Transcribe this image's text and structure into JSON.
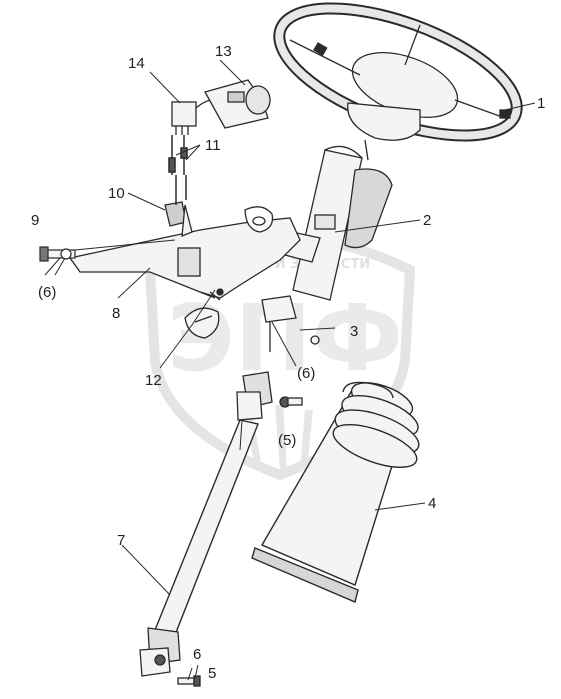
{
  "watermark": {
    "tagline": "ТЕХНИКА И ЗАПЧАСТИ",
    "logo": "ЭПФ",
    "color": "#d9d9d9"
  },
  "callouts": {
    "c1": "1",
    "c2": "2",
    "c3": "3",
    "c4": "4",
    "c5": "5",
    "c6": "6",
    "c7": "7",
    "c8": "8",
    "c9": "9",
    "c10": "10",
    "c11": "11",
    "c12": "12",
    "c13": "13",
    "c14": "14",
    "c5p": "(5)",
    "c6p_mid": "(6)",
    "c6p_left": "(6)"
  },
  "colors": {
    "line": "#2a2a2a",
    "part_fill": "#f4f4f4",
    "shade": "#9a9a9a"
  }
}
